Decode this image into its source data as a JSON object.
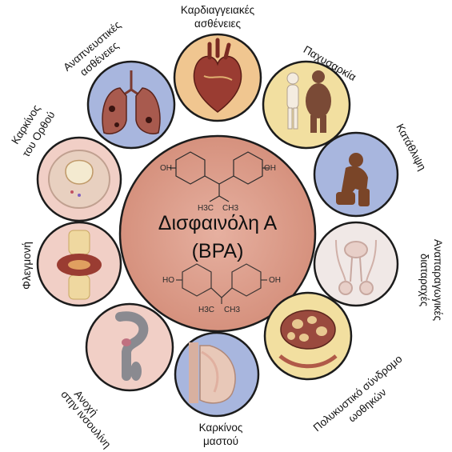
{
  "center": {
    "title_line1": "Δισφαινόλη Α",
    "title_line2": "(BPA)",
    "fill": "#dc9c88",
    "chem": {
      "oh": "OH",
      "ho": "HO",
      "h3c": "H3C",
      "ch3": "CH3"
    }
  },
  "conditions": [
    {
      "label": "Καρδιαγγειακές ασθένειες",
      "line1": "Καρδιαγγειακές",
      "line2": "ασθένειες",
      "fill": "#f0c690",
      "icon": "heart-icon"
    },
    {
      "label": "Παχυσαρκία",
      "line1": "Παχυσαρκία",
      "line2": "",
      "fill": "#f2dfa0",
      "icon": "obesity-icon"
    },
    {
      "label": "Κατάθλιψη",
      "line1": "Κατάθλιψη",
      "line2": "",
      "fill": "#a8b6de",
      "icon": "depression-icon"
    },
    {
      "label": "Αναπαραγωγικές διαταραχές",
      "line1": "Αναπαραγωγικές",
      "line2": "διαταραχές",
      "fill": "#f0e8e6",
      "icon": "reproductive-icon"
    },
    {
      "label": "Πολυκυστικό σύνδρομο ωοθηκών",
      "line1": "Πολυκυστικό σύνδρομο",
      "line2": "ωοθηκών",
      "fill": "#f2dfa0",
      "icon": "ovary-icon"
    },
    {
      "label": "Καρκίνος μαστού",
      "line1": "Καρκίνος",
      "line2": "μαστού",
      "fill": "#a8b6de",
      "icon": "breast-icon"
    },
    {
      "label": "Ανοχή στην ινσουλίνη",
      "line1": "Ανοχή",
      "line2": "στην ινσουλίνη",
      "fill": "#f1cfc6",
      "icon": "pancreas-icon"
    },
    {
      "label": "Φλεγμονή",
      "line1": "Φλεγμονή",
      "line2": "",
      "fill": "#f1cfc6",
      "icon": "joint-icon"
    },
    {
      "label": "Καρκίνος του Ορθού",
      "line1": "Καρκίνος",
      "line2": "του Ορθού",
      "fill": "#f1cfc6",
      "icon": "rectum-icon"
    },
    {
      "label": "Αναπνευστικές ασθένειες",
      "line1": "Αναπνευστικές",
      "line2": "ασθένειες",
      "fill": "#a8b6de",
      "icon": "lungs-icon"
    }
  ]
}
